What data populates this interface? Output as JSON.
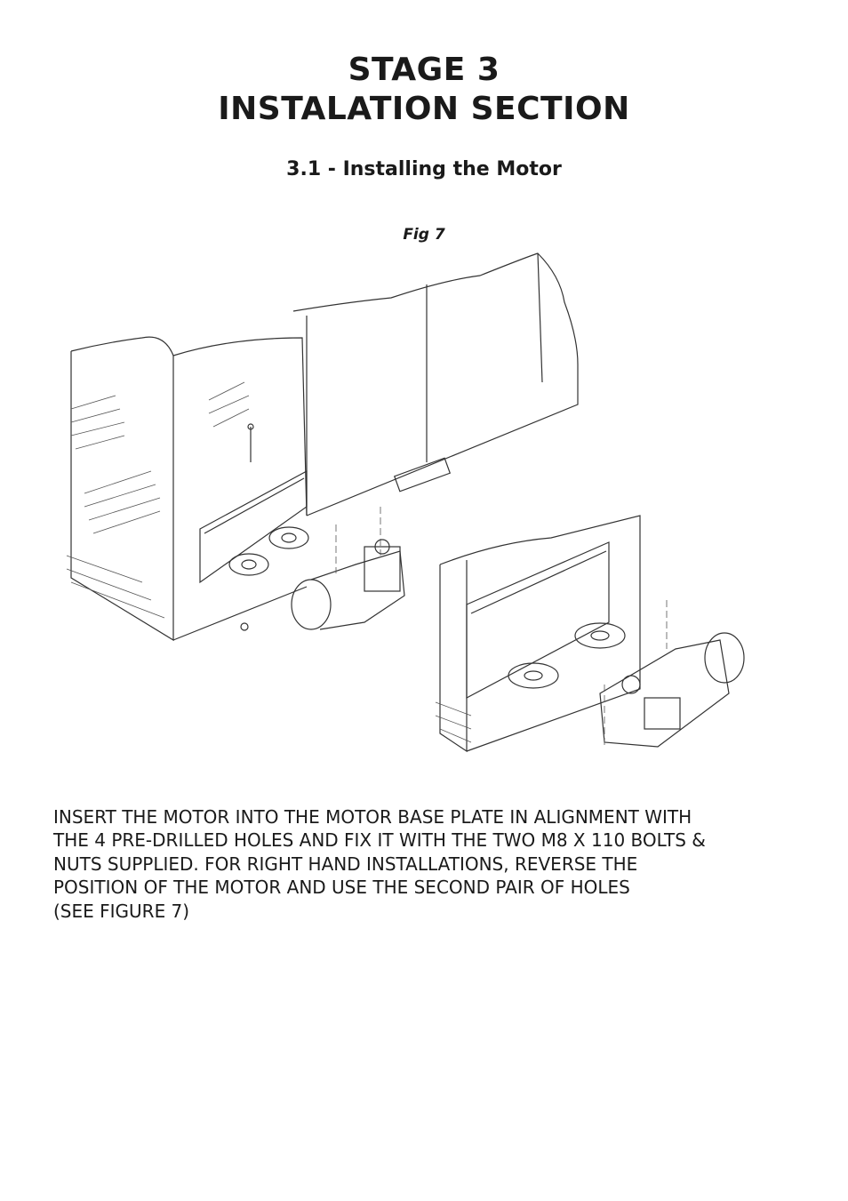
{
  "heading": {
    "stage": "STAGE 3",
    "section": "INSTALATION SECTION",
    "subsection": "3.1 - Installing the Motor"
  },
  "figure": {
    "caption": "Fig 7",
    "icon": "gate-motor-installation-drawing"
  },
  "instructions": [
    "INSERT THE MOTOR INTO THE MOTOR BASE PLATE IN ALIGNMENT WITH",
    "THE 4 PRE-DRILLED HOLES AND FIX IT WITH THE TWO M8 X 110 BOLTS &",
    "NUTS SUPPLIED.  FOR RIGHT HAND INSTALLATIONS, REVERSE THE",
    "POSITION OF THE MOTOR AND USE THE SECOND PAIR OF HOLES",
    "(SEE FIGURE 7)"
  ]
}
